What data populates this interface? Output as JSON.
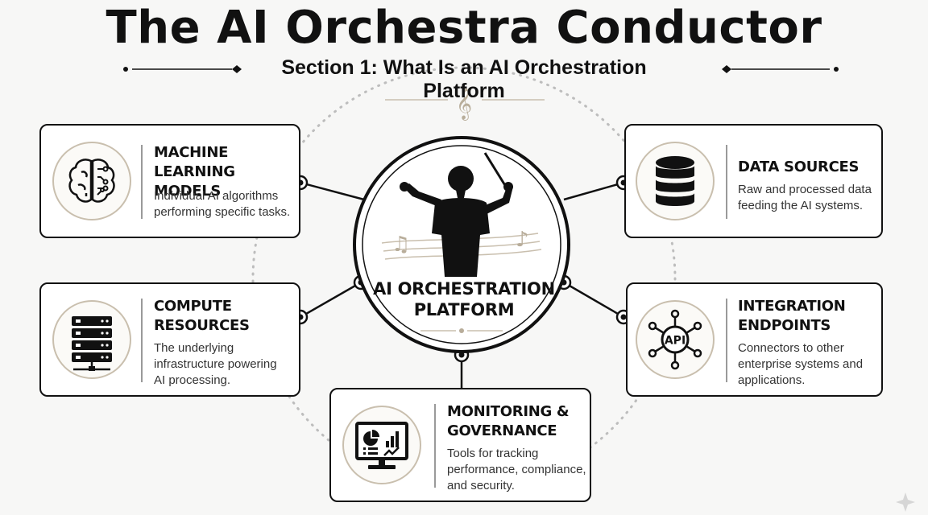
{
  "header": {
    "title": "The AI Orchestra Conductor",
    "subtitle": "Section 1: What Is an AI Orchestration Platform"
  },
  "center": {
    "label_line1": "AI ORCHESTRATION",
    "label_line2": "PLATFORM",
    "icon": "conductor-icon"
  },
  "nodes": [
    {
      "id": "ml-models",
      "title_line1": "MACHINE LEARNING",
      "title_line2": "MODELS",
      "desc": [
        "Individual AI algorithms",
        "performing specific tasks."
      ],
      "icon": "brain-circuit-icon"
    },
    {
      "id": "compute",
      "title_line1": "COMPUTE",
      "title_line2": "RESOURCES",
      "desc": [
        "The underlying",
        "infrastructure powering",
        "AI processing."
      ],
      "icon": "server-rack-icon"
    },
    {
      "id": "monitoring",
      "title_line1": "MONITORING &",
      "title_line2": "GOVERNANCE",
      "desc": [
        "Tools for tracking",
        "performance, compliance,",
        "and security."
      ],
      "icon": "dashboard-monitor-icon"
    },
    {
      "id": "data",
      "title_line1": "DATA SOURCES",
      "title_line2": "",
      "desc": [
        "Raw and processed data",
        "feeding the AI systems."
      ],
      "icon": "database-icon"
    },
    {
      "id": "integration",
      "title_line1": "INTEGRATION",
      "title_line2": "ENDPOINTS",
      "desc": [
        "Connectors to other",
        "enterprise systems and",
        "applications."
      ],
      "icon": "api-hub-icon",
      "icon_text": "API"
    }
  ],
  "colors": {
    "ink": "#111111",
    "accent": "#c9bfae",
    "dots": "#bdbdbd",
    "background": "#f7f7f6"
  }
}
